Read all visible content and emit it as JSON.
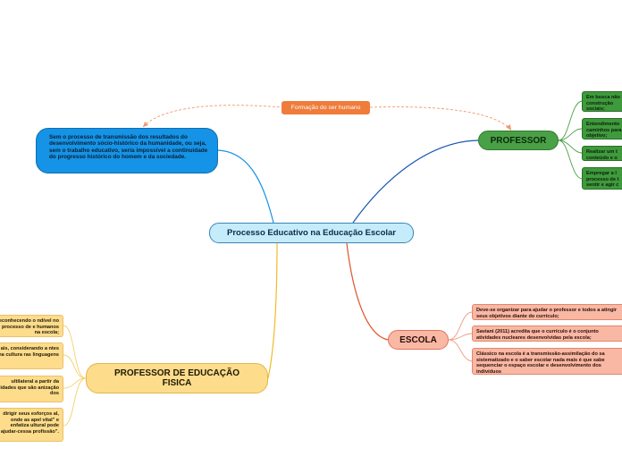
{
  "central_topic": "Processo Educativo na Educação Escolar",
  "note_blue": "Sem o processo de transmissão dos resultados do desenvolvimento sócio-histórico da humanidade, ou seja, sem o trabalho educativo, seria impossível a continuidade do progresso histórico do homem e da sociedade.",
  "relationship_label": "Formação do ser humano",
  "branches": {
    "professor": {
      "label": "PROFESSOR",
      "color": "#4aa046",
      "items": [
        "Em busca não na construção sociais;",
        "Entendimento caminhos para objetivo;",
        "Realizar um t conteúdo e o",
        "Empregar a l processo de t sentir e agir c"
      ]
    },
    "escola": {
      "label": "ESCOLA",
      "color": "#f9b8a4",
      "items": [
        {
          "lead": "Deve-",
          "text": "se organizar para ajudar o professor e todos a atingir seus objetivos diante do currículo;"
        },
        {
          "lead": "Saviani",
          "text": "(2011) acredita que o currículo é o conjunto atividades nucleares desenvolvidas pela escola;"
        },
        {
          "lead": "Clássic",
          "text": "o na escola é a transmissão-assimilação do sa sistematizado e o saber escolar nada mais é que sabe sequenciar o espaço escolar e desenvolvimento dos indivíduos"
        }
      ]
    },
    "professor_ef": {
      "label": "PROFESSOR DE EDUCAÇÃO FISICA",
      "color": "#fddc8c",
      "items": [
        "reconhecendo o ndível no processo de e humanos na escola;",
        "ais, considerando a ntes na cultura ras linguagens",
        "ultilateral a partir da cidades que são anização dos",
        "dirigir seus esforços al, onde as apel vital\" e enfatiza ultural pode ajudar-cessa profissão\"."
      ]
    }
  }
}
